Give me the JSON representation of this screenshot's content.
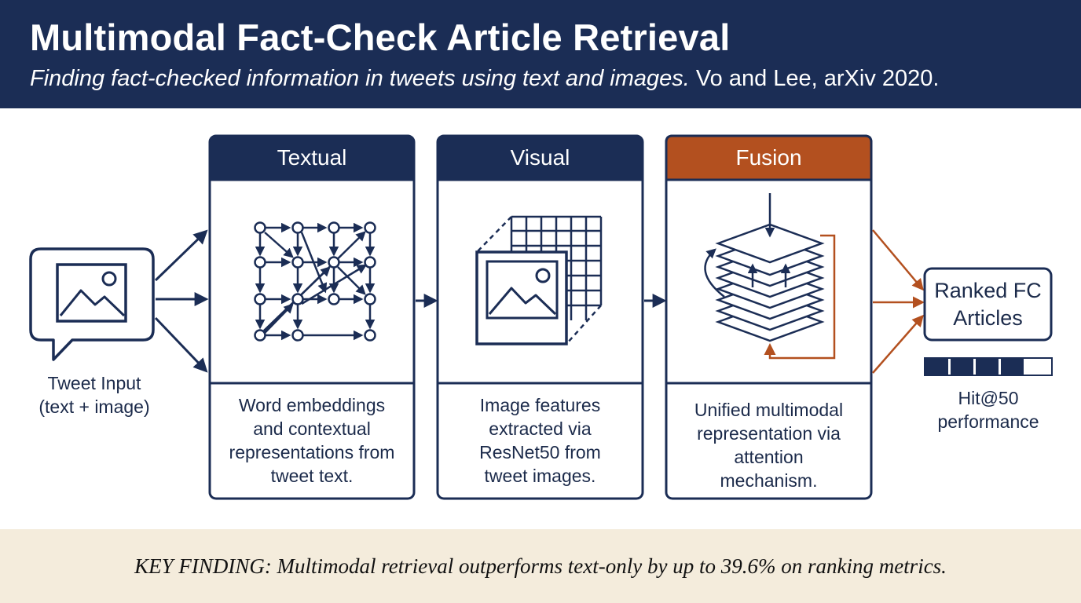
{
  "header": {
    "title": "Multimodal Fact-Check Article Retrieval",
    "subtitle_italic": "Finding fact-checked information in tweets using text and images.",
    "subtitle_citation": " Vo and Lee, arXiv 2020."
  },
  "input": {
    "icon": "tweet-image-icon",
    "label_line1": "Tweet Input",
    "label_line2": "(text + image)"
  },
  "panels": [
    {
      "title": "Textual",
      "icon": "word-graph-icon",
      "desc": [
        "Word embeddings",
        "and contextual",
        "representations from",
        "tweet text."
      ]
    },
    {
      "title": "Visual",
      "icon": "feature-map-icon",
      "desc": [
        "Image features",
        "extracted via",
        "ResNet50 from",
        "tweet images."
      ]
    },
    {
      "title": "Fusion",
      "icon": "attention-layers-icon",
      "desc": [
        "Unified multimodal",
        "representation via",
        "attention",
        "mechanism."
      ]
    }
  ],
  "output": {
    "line1": "Ranked FC",
    "line2": "Articles",
    "metric_line1": "Hit@50",
    "metric_line2": "performance",
    "metric_fill_segments": 4,
    "metric_total_segments": 5
  },
  "footer": {
    "finding": "KEY FINDING: Multimodal retrieval outperforms text-only by up to 39.6% on ranking metrics."
  },
  "colors": {
    "navy": "#1b2d55",
    "accent": "#b3501f",
    "cream": "#f4ecdc"
  }
}
